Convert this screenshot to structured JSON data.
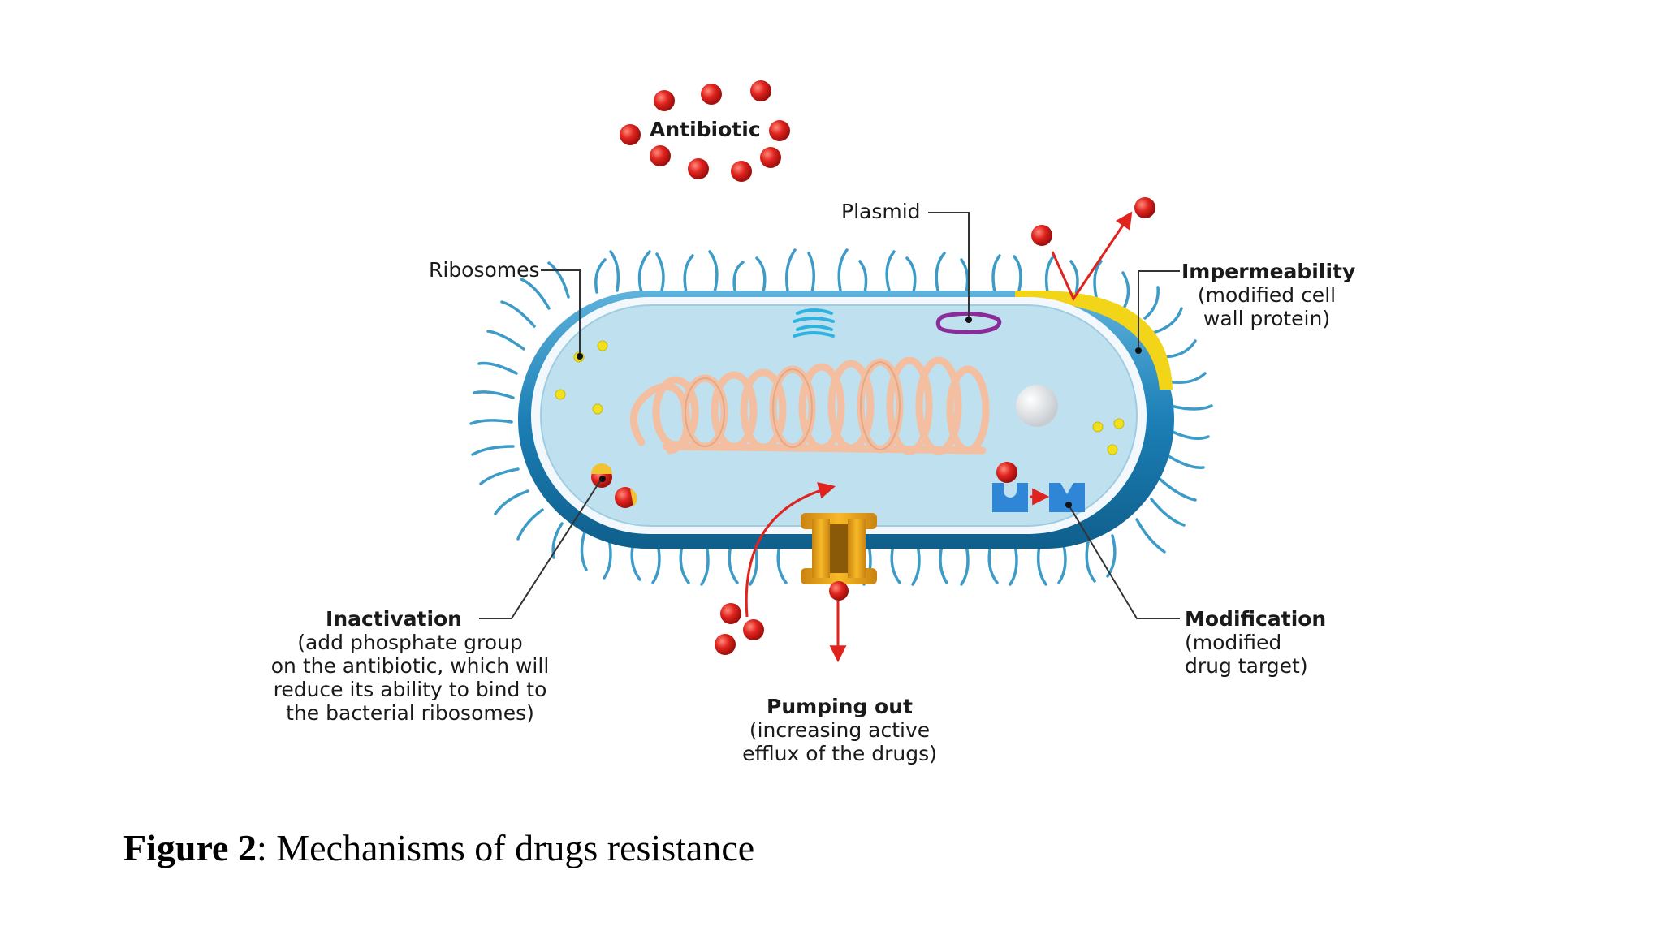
{
  "labels": {
    "antibiotic": "Antibiotic",
    "plasmid": "Plasmid",
    "ribosomes": "Ribosomes",
    "impermeability": {
      "title": "Impermeability",
      "lines": [
        "(modified cell",
        "wall protein)"
      ]
    },
    "inactivation": {
      "title": "Inactivation",
      "lines": [
        "(add phosphate group",
        "on the antibiotic, which will",
        "reduce its ability to bind to",
        "the bacterial ribosomes)"
      ]
    },
    "pumping_out": {
      "title": "Pumping out",
      "lines": [
        "(increasing active",
        "efflux of the drugs)"
      ]
    },
    "modification": {
      "title": "Modification",
      "lines": [
        "(modified",
        "drug target)"
      ]
    }
  },
  "caption": {
    "prefix": "Figure 2",
    "text": ": Mechanisms of drugs resistance"
  },
  "colors": {
    "antibiotic": "#e0231e",
    "cell_wall": "#1c7fb6",
    "cytoplasm": "#bfe0ef",
    "membrane": "#f2f8fb",
    "dna": "#f3bfa0",
    "ribosome": "#f0e020",
    "plasmid": "#8a2b9a",
    "efflux_pump": "#f2a81c",
    "target": "#2f86d6",
    "impermeable_patch": "#f2d418"
  }
}
